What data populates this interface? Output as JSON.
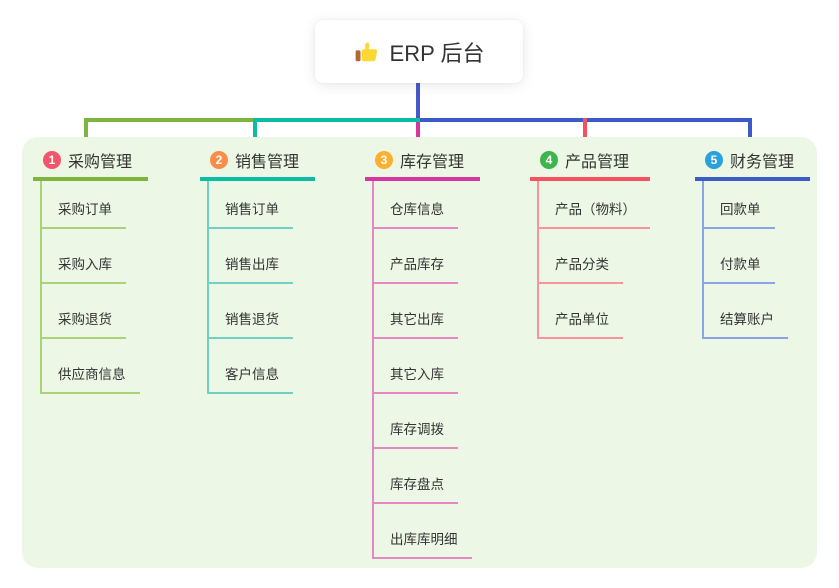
{
  "canvas": {
    "background": "#ffffff",
    "panel_background": "#ecf7e6"
  },
  "root": {
    "icon": "thumbs-up-icon",
    "title": "ERP 后台",
    "drop_line_color": "#4758c8"
  },
  "branches": [
    {
      "badge": "1",
      "label": "采购管理",
      "badge_color": "#f4556a",
      "line_color": "#7db63f",
      "sub_line_color": "#a9d378",
      "items": [
        "采购订单",
        "采购入库",
        "采购退货",
        "供应商信息"
      ]
    },
    {
      "badge": "2",
      "label": "销售管理",
      "badge_color": "#fb8d4b",
      "line_color": "#0cbda6",
      "sub_line_color": "#70d0c1",
      "items": [
        "销售订单",
        "销售出库",
        "销售退货",
        "客户信息"
      ]
    },
    {
      "badge": "3",
      "label": "库存管理",
      "badge_color": "#fcb02f",
      "line_color": "#d6369f",
      "sub_line_color": "#e587c4",
      "items": [
        "仓库信息",
        "产品库存",
        "其它出库",
        "其它入库",
        "库存调拨",
        "库存盘点",
        "出库库明细"
      ]
    },
    {
      "badge": "4",
      "label": "产品管理",
      "badge_color": "#3eb54c",
      "line_color": "#f5515f",
      "sub_line_color": "#f9939b",
      "items": [
        "产品（物料）",
        "产品分类",
        "产品单位"
      ]
    },
    {
      "badge": "5",
      "label": "财务管理",
      "badge_color": "#2aa1dc",
      "line_color": "#3b5bc7",
      "sub_line_color": "#8ba4e6",
      "items": [
        "回款单",
        "付款单",
        "结算账户"
      ]
    }
  ]
}
